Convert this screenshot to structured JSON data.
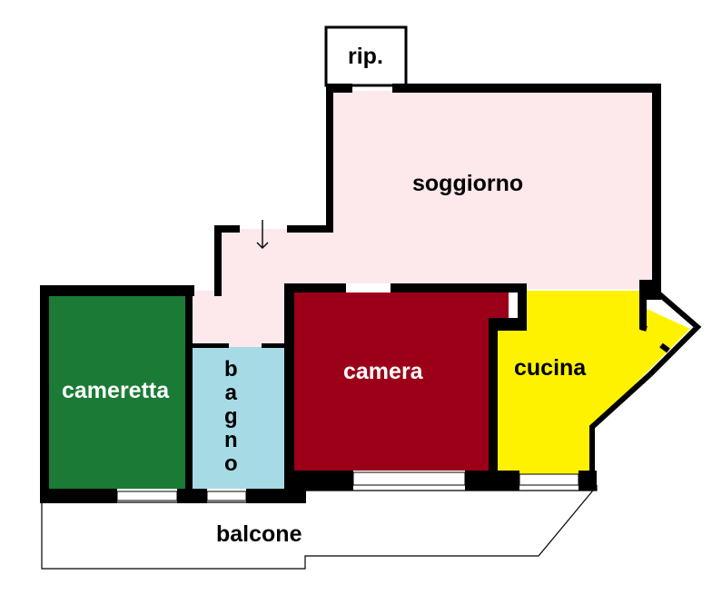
{
  "rooms": {
    "ripostiglio": "rip.",
    "soggiorno": "soggiorno",
    "cameretta": "cameretta",
    "bagno_letters": [
      "b",
      "a",
      "g",
      "n",
      "o"
    ],
    "camera": "camera",
    "cucina": "cucina",
    "balcone": "balcone"
  },
  "colors": {
    "soggiorno": "#fde8ec",
    "cameretta": "#1a7a36",
    "bagno": "#a6dbe6",
    "camera": "#9c0018",
    "cucina": "#fff200",
    "walls": "#000000",
    "balcone": "#ffffff"
  }
}
